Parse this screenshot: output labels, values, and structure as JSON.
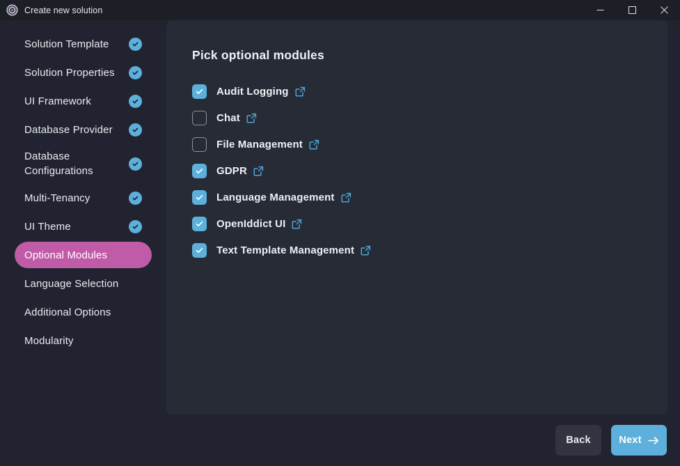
{
  "window": {
    "title": "Create new solution",
    "app_icon": "abp-logo-icon",
    "controls": {
      "minimize": "minimize-icon",
      "maximize": "maximize-icon",
      "close": "close-icon"
    }
  },
  "colors": {
    "window_bg": "#212430",
    "titlebar_bg": "#1d1f27",
    "panel_bg": "#272b36",
    "accent_blue": "#5cb0db",
    "accent_pink": "#c05ba7",
    "text_primary": "#eef0f4",
    "back_button_bg": "#32353f"
  },
  "sidebar": {
    "items": [
      {
        "label": "Solution Template",
        "completed": true,
        "active": false
      },
      {
        "label": "Solution Properties",
        "completed": true,
        "active": false
      },
      {
        "label": "UI Framework",
        "completed": true,
        "active": false
      },
      {
        "label": "Database Provider",
        "completed": true,
        "active": false
      },
      {
        "label": "Database Configurations",
        "completed": true,
        "active": false
      },
      {
        "label": "Multi-Tenancy",
        "completed": true,
        "active": false
      },
      {
        "label": "UI Theme",
        "completed": true,
        "active": false
      },
      {
        "label": "Optional Modules",
        "completed": false,
        "active": true
      },
      {
        "label": "Language Selection",
        "completed": false,
        "active": false
      },
      {
        "label": "Additional Options",
        "completed": false,
        "active": false
      },
      {
        "label": "Modularity",
        "completed": false,
        "active": false
      }
    ]
  },
  "main": {
    "title": "Pick optional modules",
    "modules": [
      {
        "label": "Audit Logging",
        "checked": true,
        "link_icon": "external-link-icon"
      },
      {
        "label": "Chat",
        "checked": false,
        "link_icon": "external-link-icon"
      },
      {
        "label": "File Management",
        "checked": false,
        "link_icon": "external-link-icon"
      },
      {
        "label": "GDPR",
        "checked": true,
        "link_icon": "external-link-icon"
      },
      {
        "label": "Language Management",
        "checked": true,
        "link_icon": "external-link-icon"
      },
      {
        "label": "OpenIddict UI",
        "checked": true,
        "link_icon": "external-link-icon"
      },
      {
        "label": "Text Template Management",
        "checked": true,
        "link_icon": "external-link-icon"
      }
    ]
  },
  "footer": {
    "back_label": "Back",
    "next_label": "Next",
    "next_icon": "arrow-right-icon"
  }
}
